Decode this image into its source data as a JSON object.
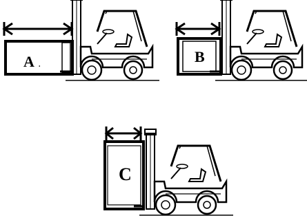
{
  "diagram": {
    "panels": [
      {
        "label": "A",
        "trailing_mark": "."
      },
      {
        "label": "B"
      },
      {
        "label": "C"
      }
    ],
    "colors": {
      "ink": "#000000",
      "background": "#ffffff"
    }
  }
}
